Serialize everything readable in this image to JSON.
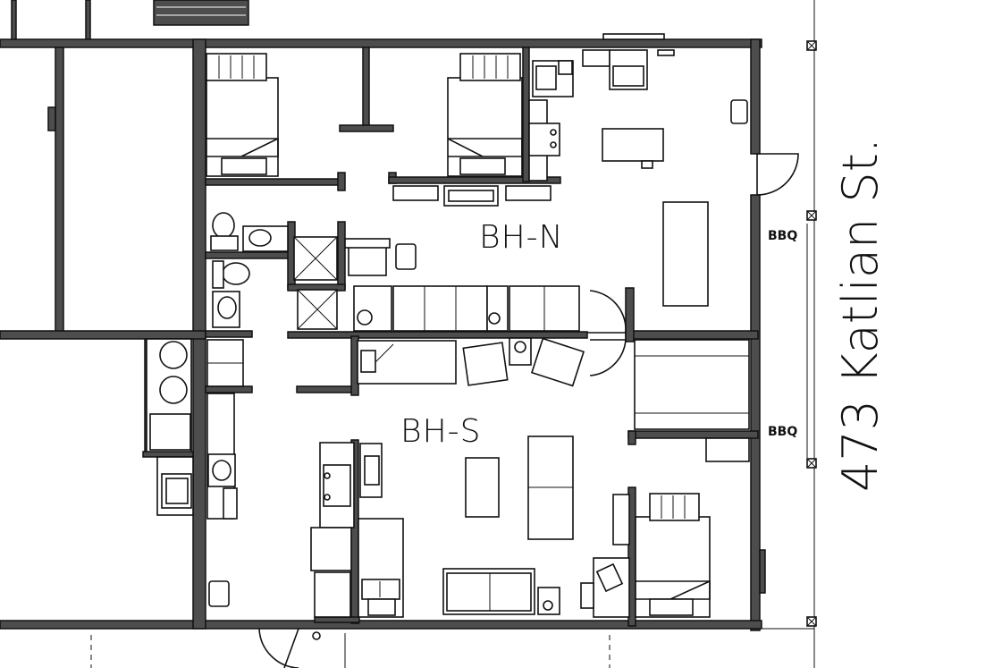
{
  "plan": {
    "units": [
      {
        "id": "north",
        "label": "BH-N"
      },
      {
        "id": "south",
        "label": "BH-S"
      }
    ],
    "bbq_labels": [
      "BBQ",
      "BBQ"
    ],
    "street_address": "473 Katlian St."
  }
}
